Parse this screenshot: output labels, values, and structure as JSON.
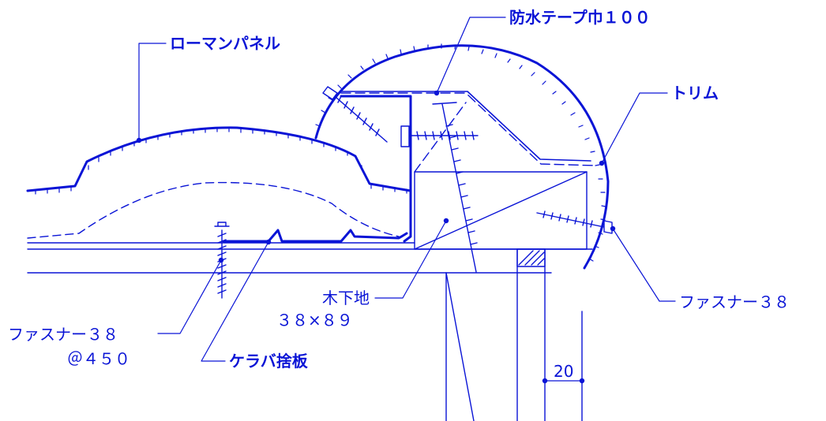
{
  "colors": {
    "line": "#0a14d6",
    "background": "#ffffff"
  },
  "labels": {
    "roman_panel": "ローマンパネル",
    "waterproof_tape": "防水テープ巾１００",
    "trim": "トリム",
    "fastener_right": "ファスナー３８",
    "wood_base_title": "木下地",
    "wood_base_size": "３８×８９",
    "fastener_left": "ファスナー３８",
    "fastener_left_pitch": "＠４５０",
    "keraba_board": "ケラバ捨板",
    "dimension_20": "20"
  }
}
